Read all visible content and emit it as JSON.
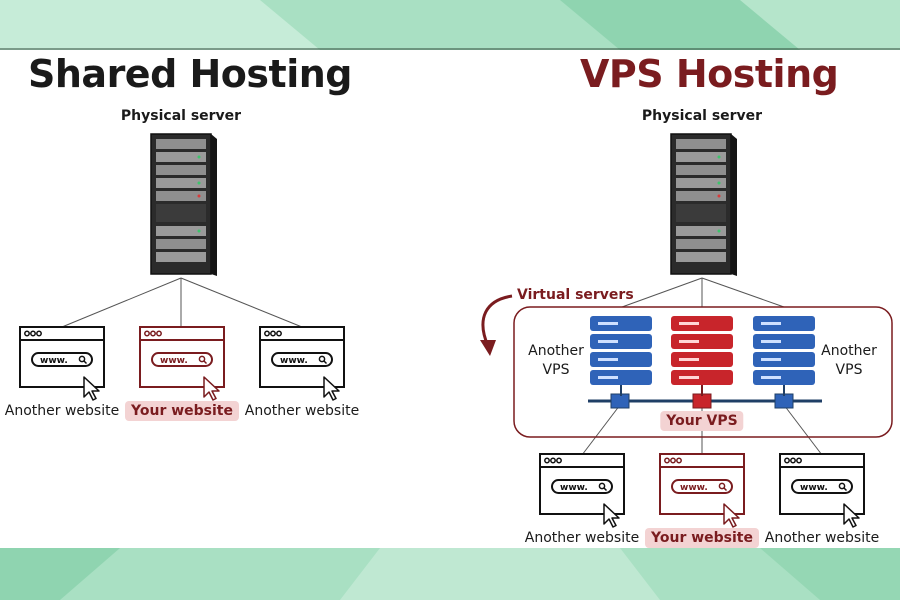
{
  "colors": {
    "band_light": "#bfe8d2",
    "band_mid": "#9fdbbc",
    "dark_red": "#7a1c1f",
    "pink_highlight": "#f3d3d3",
    "vps_blue": "#2f63b8",
    "vps_red": "#c8252b",
    "server_dark": "#2b2b2b"
  },
  "shared": {
    "title": "Shared Hosting",
    "server_caption": "Physical server",
    "websites": [
      {
        "label": "Another website",
        "url_text": "www.",
        "highlight": false
      },
      {
        "label": "Your website",
        "url_text": "www.",
        "highlight": true
      },
      {
        "label": "Another website",
        "url_text": "www.",
        "highlight": false
      }
    ]
  },
  "vps": {
    "title": "VPS Hosting",
    "server_caption": "Physical server",
    "virtual_label": "Virtual servers",
    "left_label": "Another\nVPS",
    "right_label": "Another\nVPS",
    "your_vps_label": "Your VPS",
    "virtual_servers": [
      {
        "color": "blue",
        "name": "another-vps-left"
      },
      {
        "color": "red",
        "name": "your-vps"
      },
      {
        "color": "blue",
        "name": "another-vps-right"
      }
    ],
    "websites": [
      {
        "label": "Another website",
        "url_text": "www.",
        "highlight": false
      },
      {
        "label": "Your website",
        "url_text": "www.",
        "highlight": true
      },
      {
        "label": "Another website",
        "url_text": "www.",
        "highlight": false
      }
    ]
  }
}
